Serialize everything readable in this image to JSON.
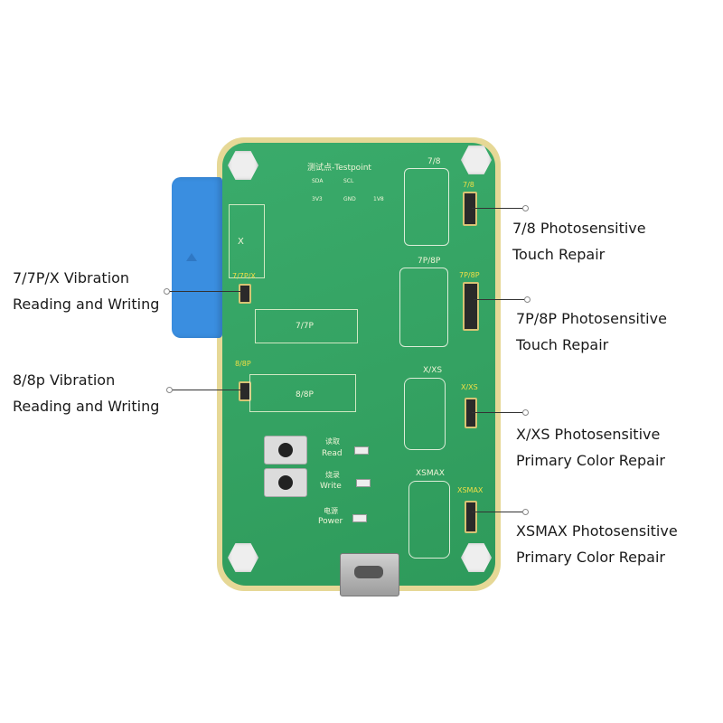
{
  "callouts": {
    "left_top": [
      "7/7P/X Vibration",
      "Reading and Writing"
    ],
    "left_bottom": [
      "8/8p Vibration",
      "Reading and Writing"
    ],
    "right_1": [
      "7/8 Photosensitive",
      "Touch Repair"
    ],
    "right_2": [
      "7P/8P Photosensitive",
      "Touch Repair"
    ],
    "right_3": [
      "X/XS Photosensitive",
      "Primary Color Repair"
    ],
    "right_4": [
      "XSMAX Photosensitive",
      "Primary Color Repair"
    ]
  },
  "board": {
    "testpoint": "测试点-Testpoint",
    "pins": [
      "SDA",
      "SCL",
      "3V3",
      "GND",
      "1V8"
    ],
    "labels": {
      "x": "X",
      "p7": "7/7P",
      "p8": "8/8P",
      "conn_7_7p_x": "7/7P/X",
      "conn_8_8p": "8/8P",
      "phone_78": "7/8",
      "phone_7p8p": "7P/8P",
      "phone_xxs": "X/XS",
      "phone_xsmax": "XSMAX",
      "conn_78": "7/8",
      "conn_7p8p": "7P/8P",
      "conn_xxs": "X/XS",
      "conn_xsmax": "XSMAX"
    },
    "buttons": {
      "read_cn": "读取",
      "read_en": "Read",
      "write_cn": "烧录",
      "write_en": "Write",
      "power_cn": "电源",
      "power_en": "Power"
    }
  },
  "colors": {
    "pcb": "#34a262",
    "clip": "#3a8ee0",
    "rim": "#e6d896"
  }
}
